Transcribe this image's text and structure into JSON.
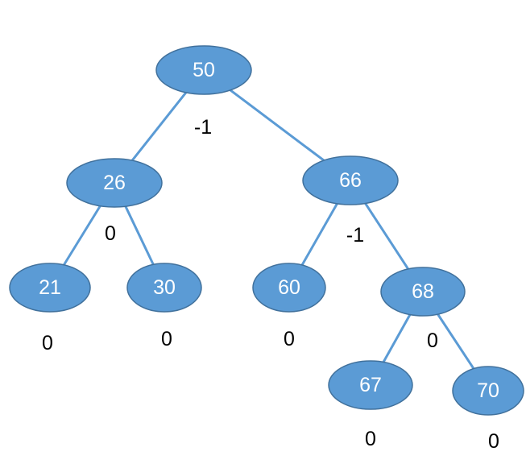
{
  "tree": {
    "nodes": [
      {
        "id": "n50",
        "key": "50",
        "balance": "-1"
      },
      {
        "id": "n26",
        "key": "26",
        "balance": "0"
      },
      {
        "id": "n66",
        "key": "66",
        "balance": "-1"
      },
      {
        "id": "n21",
        "key": "21",
        "balance": "0"
      },
      {
        "id": "n30",
        "key": "30",
        "balance": "0"
      },
      {
        "id": "n60",
        "key": "60",
        "balance": "0"
      },
      {
        "id": "n68",
        "key": "68",
        "balance": "0"
      },
      {
        "id": "n67",
        "key": "67",
        "balance": "0"
      },
      {
        "id": "n70",
        "key": "70",
        "balance": "0"
      }
    ],
    "edges": [
      [
        "n50",
        "n26"
      ],
      [
        "n50",
        "n66"
      ],
      [
        "n26",
        "n21"
      ],
      [
        "n26",
        "n30"
      ],
      [
        "n66",
        "n60"
      ],
      [
        "n66",
        "n68"
      ],
      [
        "n68",
        "n67"
      ],
      [
        "n68",
        "n70"
      ]
    ]
  },
  "colors": {
    "node_fill": "#5b9bd5",
    "node_stroke": "#41719c",
    "edge": "#5b9bd5",
    "key_text": "#ffffff",
    "balance_text": "#000000"
  }
}
